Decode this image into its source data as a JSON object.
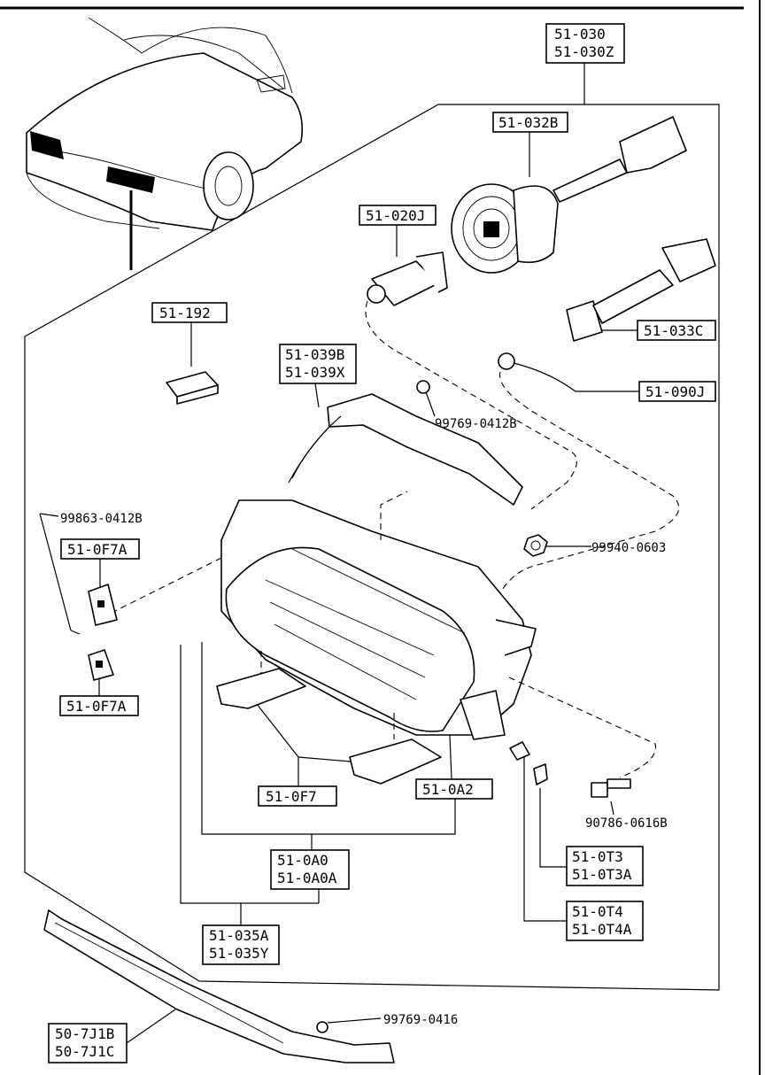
{
  "labels": {
    "assembly_top": [
      "51-030",
      "51-030Z"
    ],
    "socket": "51-032B",
    "bulb": "51-020J",
    "rear_socket": "51-033C",
    "ground_wire": "51-090J",
    "clip": "51-192",
    "retainer": [
      "51-039B",
      "51-039X"
    ],
    "screw_top": "99769-0412B",
    "screw_left": "99863-0412B",
    "bracket_upper": "51-0F7A",
    "bracket_lower": "51-0F7A",
    "nut": "99940-0603",
    "bolt": "90786-0616B",
    "mount_bracket": "51-0F7",
    "lens_part": "51-0A2",
    "headlamp_unit": [
      "51-0A0",
      "51-0A0A"
    ],
    "headlamp_assy": [
      "51-035A",
      "51-035Y"
    ],
    "adjuster_t3": [
      "51-0T3",
      "51-0T3A"
    ],
    "adjuster_t4": [
      "51-0T4",
      "51-0T4A"
    ],
    "molding": [
      "50-7J1B",
      "50-7J1C"
    ],
    "screw_bottom": "99769-0416"
  }
}
